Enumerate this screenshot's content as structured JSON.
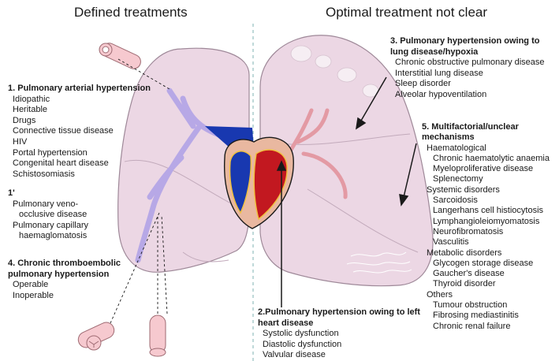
{
  "titles": {
    "left": "Defined treatments",
    "right": "Optimal treatment not clear"
  },
  "groups": {
    "g1": {
      "heading": "1. Pulmonary arterial hypertension",
      "items": [
        "Idiopathic",
        "Heritable",
        "Drugs",
        "Connective tissue disease",
        "HIV",
        "Portal hypertension",
        "Congenital heart disease",
        "Schistosomiasis"
      ]
    },
    "g1p": {
      "heading": "1'",
      "items": [
        "Pulmonary veno-",
        "occlusive disease",
        "Pulmonary capillary",
        "haemaglomatosis"
      ]
    },
    "g4": {
      "heading": [
        "4. Chronic thromboembolic",
        "pulmonary hypertension"
      ],
      "items": [
        "Operable",
        "Inoperable"
      ]
    },
    "g2": {
      "heading": [
        "2.Pulmonary hypertension owing to left",
        "heart disease"
      ],
      "items": [
        "Systolic dysfunction",
        "Diastolic dysfunction",
        "Valvular disease"
      ]
    },
    "g3": {
      "heading": [
        "3. Pulmonary hypertension owing to",
        "lung disease/hypoxia"
      ],
      "items": [
        "Chronic obstructive pulmonary disease",
        "Interstitial lung disease",
        "Sleep disorder",
        "Alveolar hypoventilation"
      ]
    },
    "g5": {
      "heading": [
        "5. Multifactorial/unclear",
        "mechanisms"
      ],
      "lines": [
        {
          "t": "Haematological",
          "lvl": 1
        },
        {
          "t": "Chronic haematolytic anaemia",
          "lvl": 2
        },
        {
          "t": "Myeloproliferative disease",
          "lvl": 2
        },
        {
          "t": "Splenectomy",
          "lvl": 2
        },
        {
          "t": "Systemic disorders",
          "lvl": 1
        },
        {
          "t": "Sarcoidosis",
          "lvl": 2
        },
        {
          "t": "Langerhans cell histiocytosis",
          "lvl": 2
        },
        {
          "t": "Lymphangioleiomyomatosis",
          "lvl": 2
        },
        {
          "t": "Neurofibromatosis",
          "lvl": 2
        },
        {
          "t": "Vasculitis",
          "lvl": 2
        },
        {
          "t": "Metabolic disorders",
          "lvl": 1
        },
        {
          "t": "Glycogen storage disease",
          "lvl": 2
        },
        {
          "t": "Gaucher's disease",
          "lvl": 2
        },
        {
          "t": "Thyroid disorder",
          "lvl": 2
        },
        {
          "t": "Others",
          "lvl": 1
        },
        {
          "t": "Tumour obstruction",
          "lvl": 2
        },
        {
          "t": "Fibrosing mediastinitis",
          "lvl": 2
        },
        {
          "t": "Chronic renal failure",
          "lvl": 2
        }
      ]
    }
  },
  "colors": {
    "lung_fill": "#ecd7e4",
    "lung_stroke": "#9e8898",
    "artery": "#b7a8e6",
    "aorta": "#1838b0",
    "heart_red": "#c21820",
    "heart_outline": "#f0c040"
  }
}
